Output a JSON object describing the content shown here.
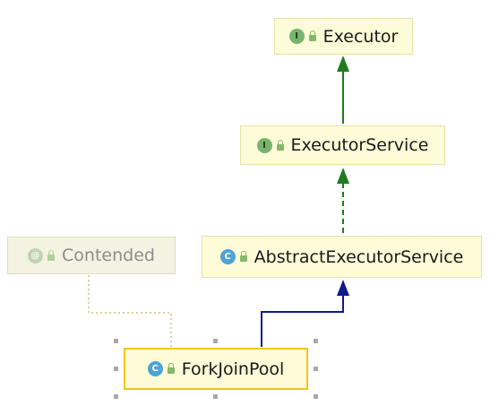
{
  "nodes": {
    "executor": {
      "label": "Executor",
      "kind": "interface",
      "badge": "I"
    },
    "executor_service": {
      "label": "ExecutorService",
      "kind": "interface",
      "badge": "I"
    },
    "abstract_executor_service": {
      "label": "AbstractExecutorService",
      "kind": "class",
      "badge": "C"
    },
    "contended": {
      "label": "Contended",
      "kind": "annotation",
      "badge": "@"
    },
    "fork_join_pool": {
      "label": "ForkJoinPool",
      "kind": "class",
      "badge": "C",
      "selected": true
    }
  },
  "edges": [
    {
      "from": "ExecutorService",
      "to": "Executor",
      "type": "extends",
      "color": "#1e7b1e"
    },
    {
      "from": "AbstractExecutorService",
      "to": "ExecutorService",
      "type": "implements",
      "color": "#1e7b1e"
    },
    {
      "from": "ForkJoinPool",
      "to": "AbstractExecutorService",
      "type": "extends",
      "color": "#0f1a8c"
    },
    {
      "from": "ForkJoinPool",
      "to": "Contended",
      "type": "annotated-by",
      "color": "#c9c27c"
    }
  ],
  "colors": {
    "node_fill": "#fdfbd8",
    "node_border": "#e8e2a6",
    "interface_edge": "#1e7b1e",
    "class_edge": "#0f1a8c",
    "annotation_edge": "#c9c27c",
    "selection_border": "#f5c518"
  }
}
